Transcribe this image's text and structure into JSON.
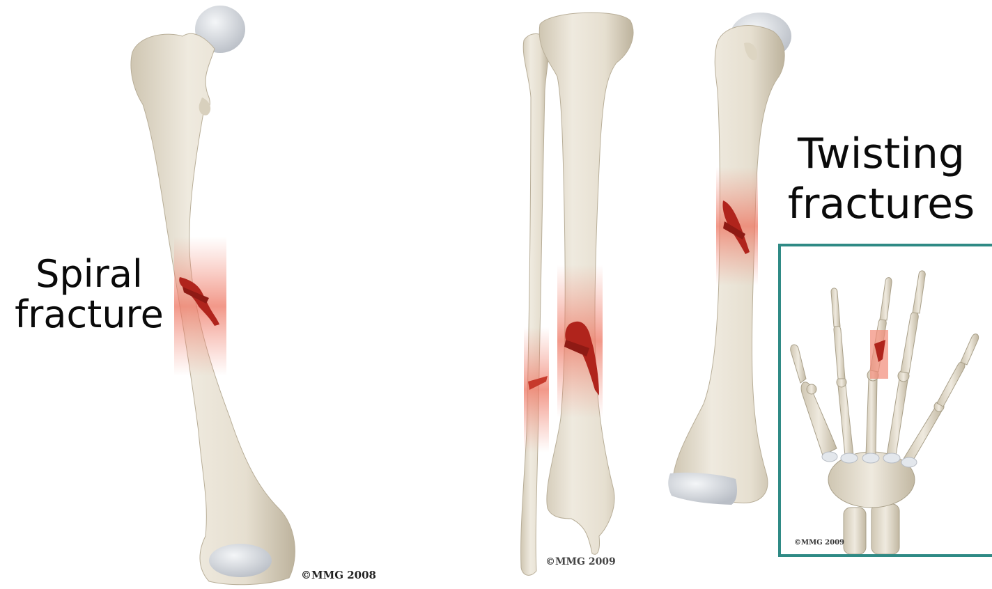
{
  "labels": {
    "spiral_line1": "Spiral",
    "spiral_line2": "fracture",
    "twisting_line1": "Twisting",
    "twisting_line2": "fractures"
  },
  "copyrights": {
    "femur": "©MMG 2008",
    "tibia": "©MMG 2009",
    "hand": "©MMG 2009"
  },
  "colors": {
    "bone": "#e9e3d6",
    "bone_shadow": "#c9c0ad",
    "cartilage": "#d9dde3",
    "fracture": "#b0241c",
    "fracture_glow": "#f28a78",
    "inset_border": "#2f8a85"
  }
}
